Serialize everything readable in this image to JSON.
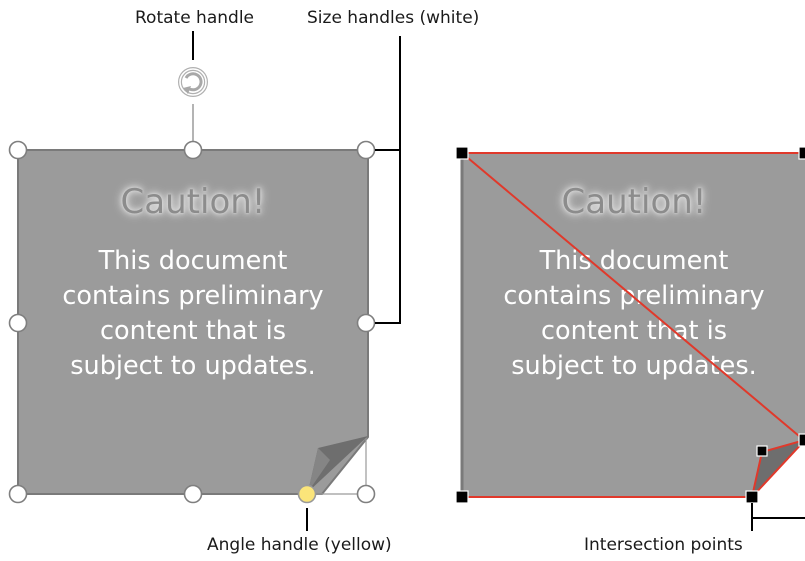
{
  "callouts": {
    "rotate_handle": "Rotate handle",
    "size_handles": "Size handles (white)",
    "angle_handle": "Angle handle (yellow)",
    "intersection_points": "Intersection points"
  },
  "note": {
    "title": "Caution!",
    "body_lines": [
      "This document",
      "contains preliminary",
      "content that is",
      "subject to updates."
    ]
  },
  "colors": {
    "note_fill": "#9b9b9b",
    "note_border": "#7a7a7a",
    "fold": "#6f6f6f",
    "angle_handle": "#fbe57a",
    "outline_red": "#e0392b",
    "point_black": "#000000"
  },
  "icons": {
    "rotate": "rotate-icon"
  }
}
